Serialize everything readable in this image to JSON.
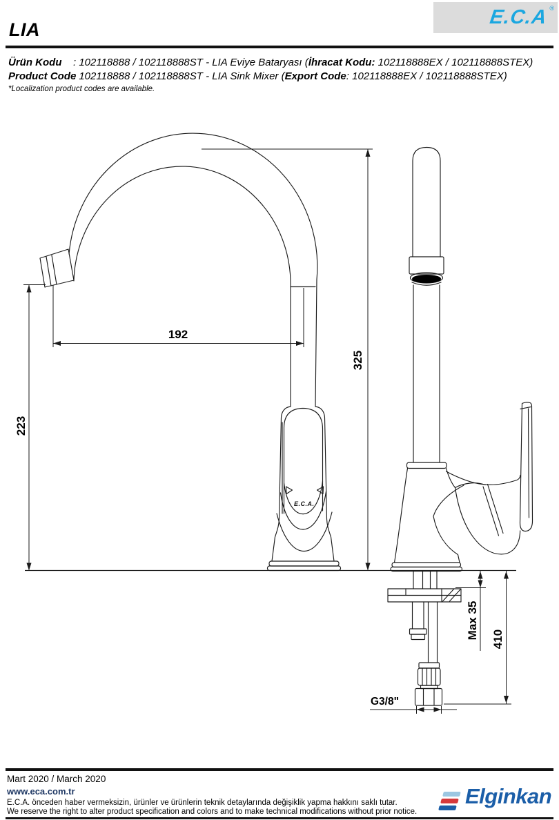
{
  "header": {
    "title": "LIA",
    "logo": "E.C.A",
    "registered": "®"
  },
  "product_codes": {
    "tr_label": "Ürün Kodu",
    "tr_text": ": 102118888 / 102118888ST - LIA Eviye Bataryası (",
    "tr_export_label": "İhracat Kodu:",
    "tr_export_text": " 102118888EX / 102118888STEX)",
    "en_label": "Product Code",
    "en_text": ": 102118888 / 102118888ST - LIA Sink Mixer (",
    "en_export_label": "Export Code",
    "en_export_text": ": 102118888EX / 102118888STEX)",
    "note": "*Localization product codes are available."
  },
  "drawing": {
    "body_logo": "E.C.A.",
    "dimensions": {
      "spout_reach": "192",
      "spout_outlet_height": "223",
      "total_height": "325",
      "counter_max_thickness": "Max 35",
      "under_counter_length": "410",
      "connection_thread": "G3/8\""
    }
  },
  "footer": {
    "date": "Mart 2020 / March 2020",
    "website": "www.eca.com.tr",
    "disclaimer_tr": "E.C.A. önceden haber vermeksizin, ürünler ve ürünlerin teknik detaylarında değişiklik yapma hakkını saklı tutar.",
    "disclaimer_en": "We reserve the right to alter product specification and colors and to make technical modifications without prior notice.",
    "company_logo": "Elginkan"
  },
  "colors": {
    "eca_blue": "#1BA7E0",
    "logo_box_gray": "#DCDCDC",
    "link_navy": "#1F3864",
    "elginkan_blue": "#1B5EA8",
    "bar_light_blue": "#9CC7E2",
    "bar_red": "#D6393C",
    "bar_blue": "#1B5EA8",
    "line_black": "#111111"
  }
}
